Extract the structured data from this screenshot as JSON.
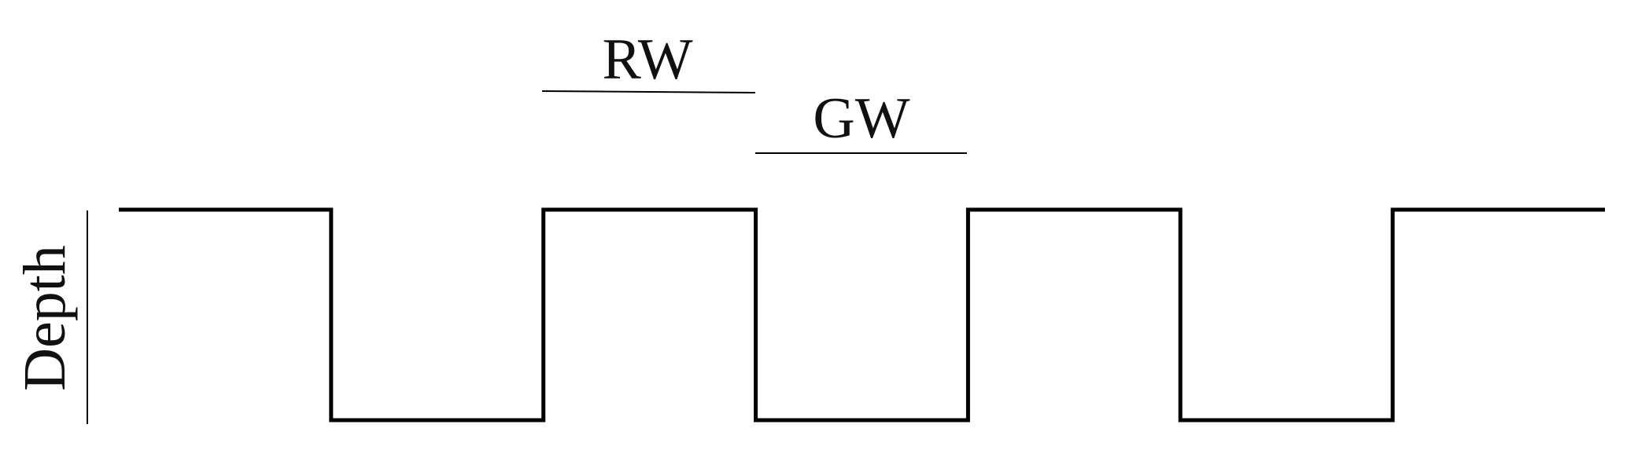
{
  "axis": {
    "ylabel": "Depth"
  },
  "annotations": {
    "ridge_width_label": "RW",
    "groove_width_label": "GW"
  },
  "profile": {
    "type": "square-wave",
    "color": "#000000",
    "levels": [
      "high",
      "low",
      "high",
      "low",
      "high",
      "low",
      "high"
    ]
  }
}
